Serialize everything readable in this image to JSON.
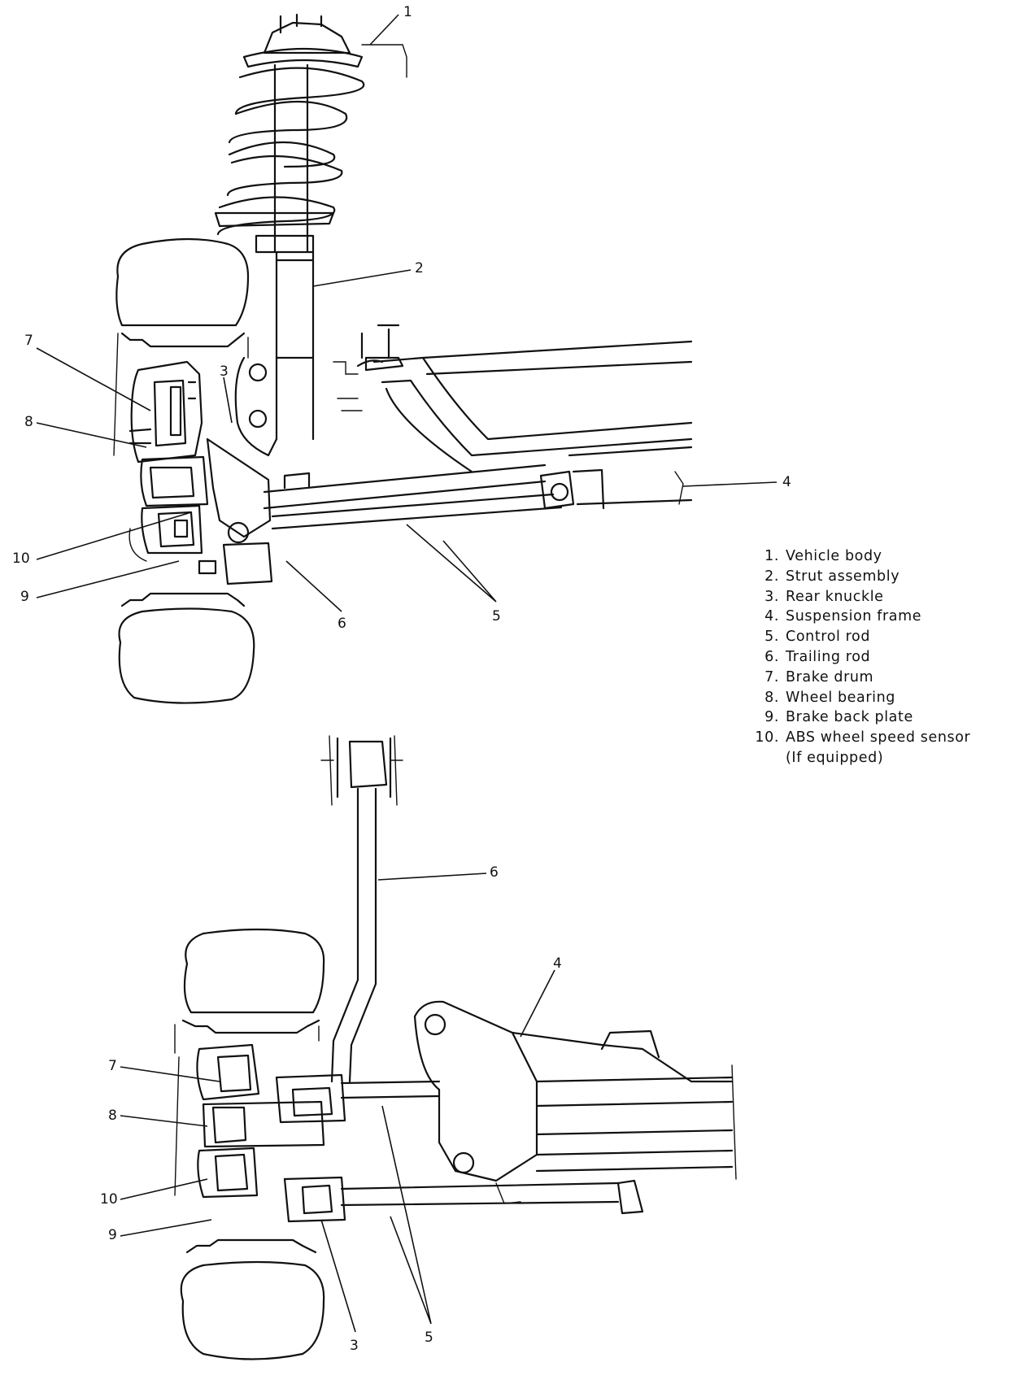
{
  "callouts": {
    "top": {
      "vehicle_body": "1",
      "strut_assembly": "2",
      "rear_knuckle": "3",
      "suspension_frame": "4",
      "control_rod": "5",
      "trailing_rod": "6",
      "brake_drum": "7",
      "wheel_bearing": "8",
      "brake_back_plate": "9",
      "abs_sensor": "10"
    },
    "bottom": {
      "rear_knuckle": "3",
      "suspension_frame": "4",
      "control_rod": "5",
      "trailing_rod": "6",
      "brake_drum": "7",
      "wheel_bearing": "8",
      "brake_back_plate": "9",
      "abs_sensor": "10"
    }
  },
  "legend": [
    {
      "num": "1.",
      "text": "Vehicle body"
    },
    {
      "num": "2.",
      "text": "Strut assembly"
    },
    {
      "num": "3.",
      "text": "Rear knuckle"
    },
    {
      "num": "4.",
      "text": "Suspension frame"
    },
    {
      "num": "5.",
      "text": "Control rod"
    },
    {
      "num": "6.",
      "text": "Trailing rod"
    },
    {
      "num": "7.",
      "text": "Brake drum"
    },
    {
      "num": "8.",
      "text": "Wheel bearing"
    },
    {
      "num": "9.",
      "text": "Brake back plate"
    },
    {
      "num": "10.",
      "text": "ABS wheel speed sensor"
    },
    {
      "num": "",
      "text": "(If equipped)"
    }
  ]
}
